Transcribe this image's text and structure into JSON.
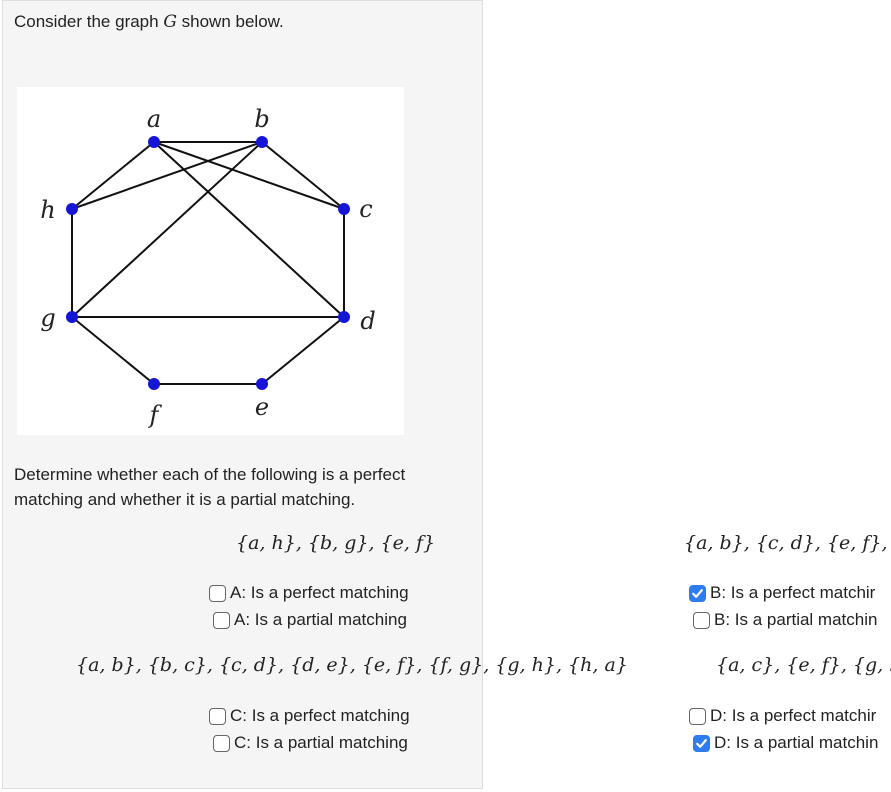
{
  "intro": {
    "prefix": "Consider the graph ",
    "var": "G",
    "suffix": " shown below."
  },
  "graph": {
    "vertices": [
      "a",
      "b",
      "c",
      "d",
      "e",
      "f",
      "g",
      "h"
    ],
    "edges": [
      [
        "a",
        "b"
      ],
      [
        "a",
        "h"
      ],
      [
        "a",
        "c"
      ],
      [
        "a",
        "d"
      ],
      [
        "b",
        "h"
      ],
      [
        "b",
        "c"
      ],
      [
        "b",
        "g"
      ],
      [
        "c",
        "d"
      ],
      [
        "d",
        "e"
      ],
      [
        "d",
        "g"
      ],
      [
        "e",
        "f"
      ],
      [
        "f",
        "g"
      ],
      [
        "g",
        "h"
      ]
    ],
    "vertex_color": "#1515d8",
    "edge_color": "#111111"
  },
  "prompt": {
    "line1": "Determine whether each of the following is a perfect",
    "line2": "matching and whether it is a partial matching."
  },
  "items": [
    {
      "set": "{a, h}, {b, g}, {e, f}",
      "perfect_label": "A: Is a perfect matching",
      "perfect_checked": false,
      "partial_label": "A: Is a partial matching",
      "partial_checked": false
    },
    {
      "set": "{a, b}, {c, d}, {e, f}, {g",
      "perfect_label": "B: Is a perfect matchir",
      "perfect_checked": true,
      "partial_label": "B: Is a partial matchin",
      "partial_checked": false
    },
    {
      "set": "{a, b}, {b, c}, {c, d}, {d, e}, {e, f}, {f, g}, {g, h}, {h, a}",
      "perfect_label": "C: Is a perfect matching",
      "perfect_checked": false,
      "partial_label": "C: Is a partial matching",
      "partial_checked": false
    },
    {
      "set": "{a, c}, {e, f}, {g, h}",
      "perfect_label": "D: Is a perfect matchir",
      "perfect_checked": false,
      "partial_label": "D: Is a partial matchin",
      "partial_checked": true
    }
  ],
  "colors": {
    "checkbox_checked": "#2f7cf0",
    "panel_bg": "#f5f5f5"
  }
}
